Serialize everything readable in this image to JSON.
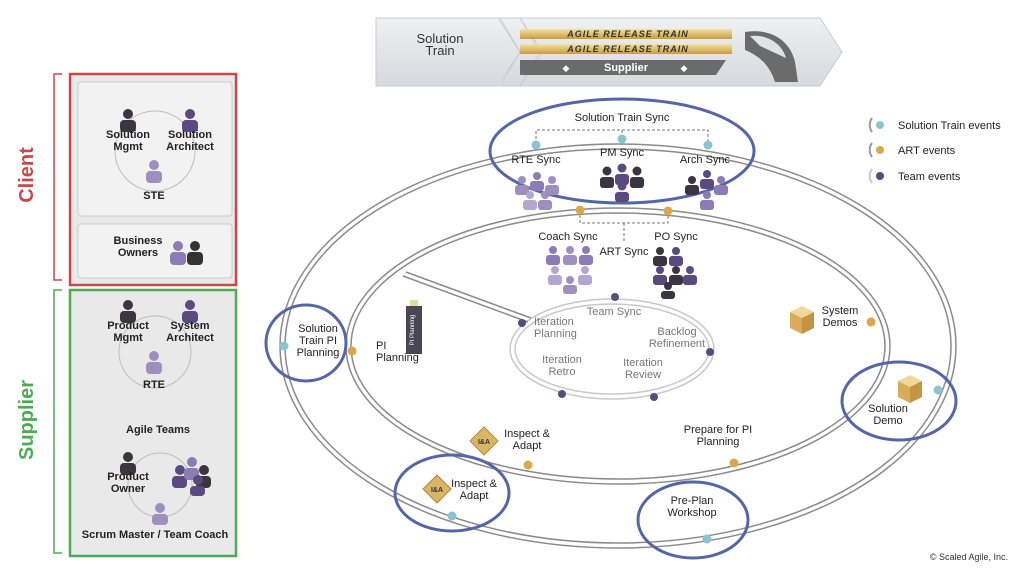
{
  "sidebar": {
    "client_label": "Client",
    "supplier_label": "Supplier",
    "client_roles": {
      "solution_mgmt": "Solution|Mgmt",
      "solution_architect": "Solution|Architect",
      "ste": "STE",
      "business_owners": "Business|Owners"
    },
    "supplier_roles": {
      "product_mgmt": "Product|Mgmt",
      "system_architect": "System|Architect",
      "rte": "RTE",
      "agile_teams": "Agile Teams",
      "product_owner": "Product|Owner",
      "scrum_master": "Scrum Master / Team Coach"
    }
  },
  "banner": {
    "solution_train": "Solution|Train",
    "art1": "AGILE RELEASE TRAIN",
    "art2": "AGILE RELEASE TRAIN",
    "supplier": "Supplier"
  },
  "legend": {
    "items": [
      {
        "label": "Solution Train events",
        "color": "#8cc3d2"
      },
      {
        "label": "ART events",
        "color": "#d9a848"
      },
      {
        "label": "Team events",
        "color": "#5c4a7a"
      }
    ]
  },
  "events": {
    "solution_train_sync": "Solution Train Sync",
    "rte_sync": "RTE Sync",
    "pm_sync": "PM Sync",
    "arch_sync": "Arch Sync",
    "coach_sync": "Coach Sync",
    "po_sync": "PO Sync",
    "art_sync": "ART Sync",
    "team_sync": "Team Sync",
    "iteration_planning": "Iteration|Planning",
    "backlog_refinement": "Backlog|Refinement",
    "iteration_retro": "Iteration|Retro",
    "iteration_review": "Iteration|Review",
    "solution_train_pi_planning": "Solution|Train PI|Planning",
    "pi_planning": "PI|Planning",
    "pi_planning_board": "PI Planning",
    "system_demos": "System|Demos",
    "solution_demo": "Solution|Demo",
    "inspect_adapt_inner": "Inspect &|Adapt",
    "inspect_adapt_outer": "Inspect &|Adapt",
    "prepare_pi_planning": "Prepare for PI|Planning",
    "pre_plan_workshop": "Pre-Plan|Workshop"
  },
  "footer": {
    "copyright": "© Scaled Agile, Inc."
  }
}
